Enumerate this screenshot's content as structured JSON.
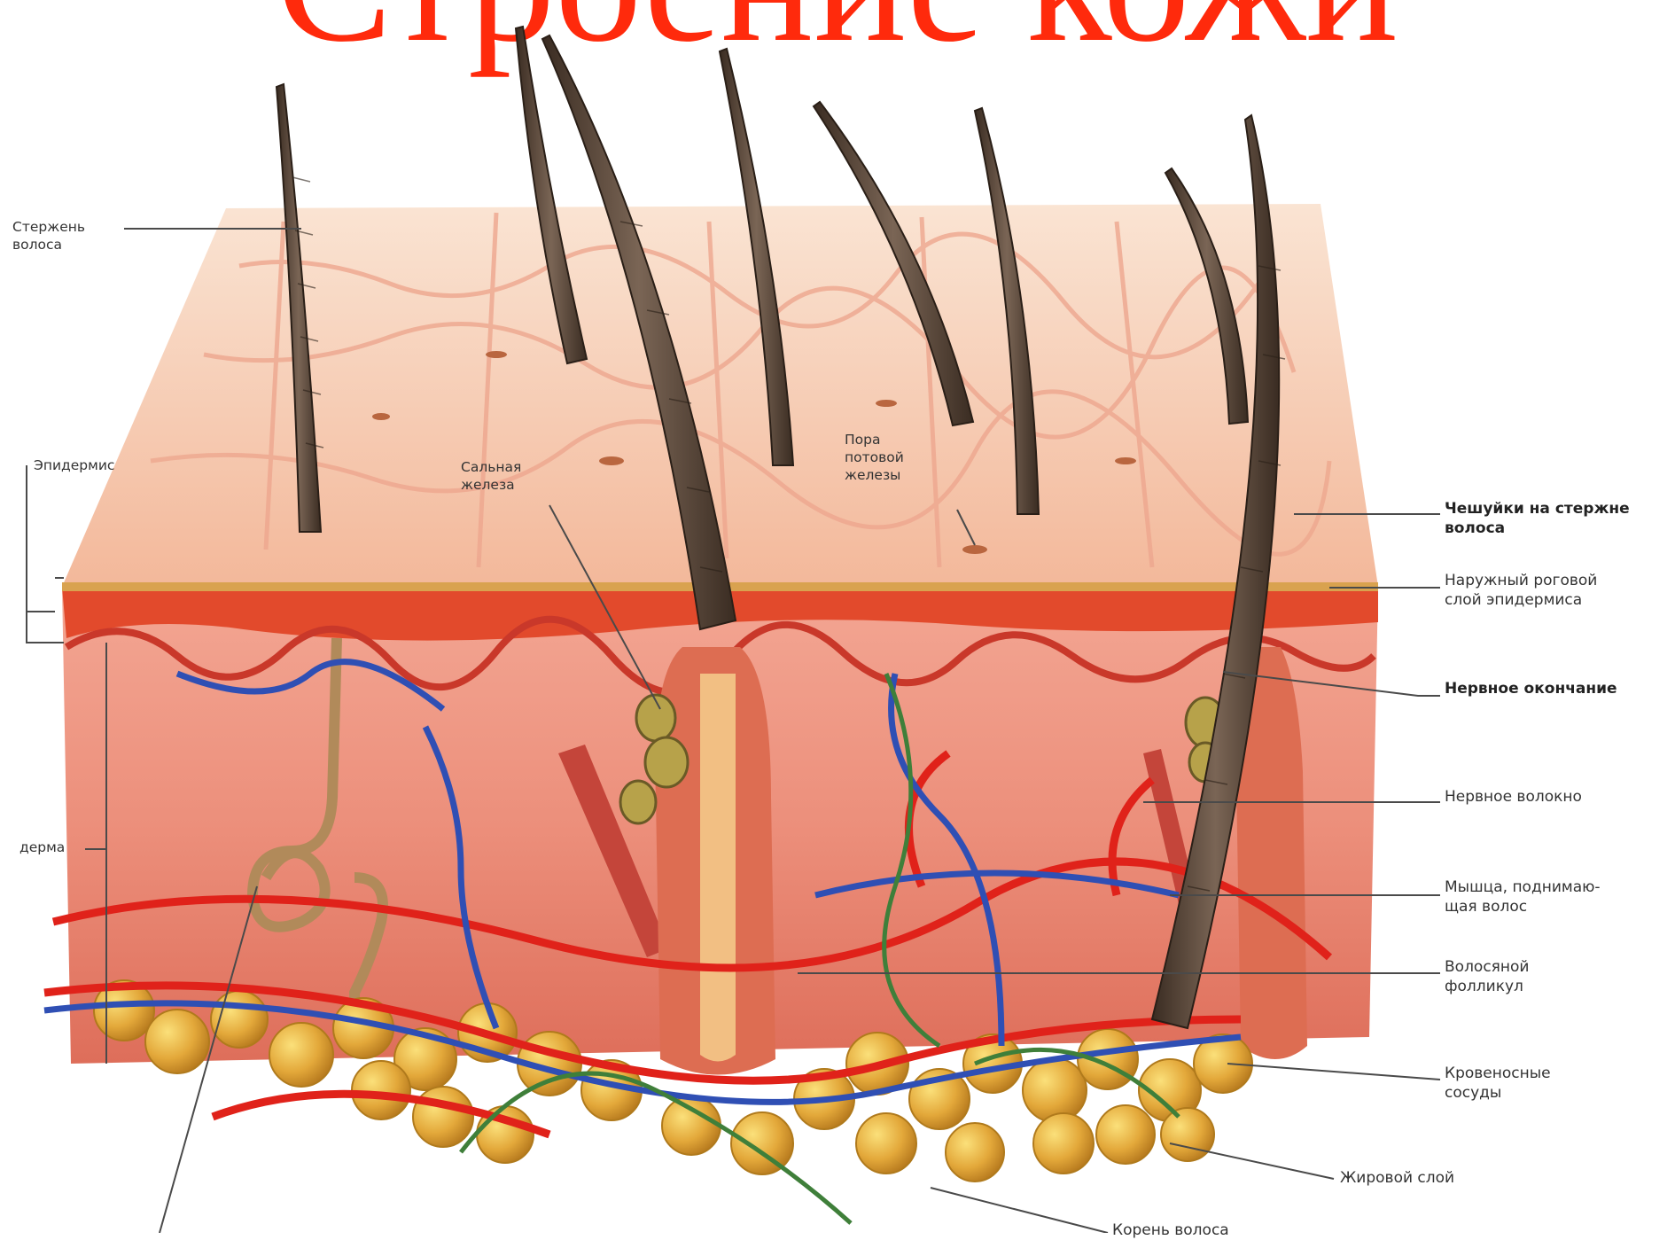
{
  "title": "Строение кожи",
  "labels": {
    "hair_shaft": "Стержень\nволоса",
    "epidermis": "Эпидермис",
    "sebaceous_gland": "Сальная\nжелеза",
    "sweat_pore": "Пора\nпотовой\nжелезы",
    "dermis": "дерма",
    "hair_scales": "Чешуйки на стержне\nволоса",
    "stratum_corneum": "Наружный роговой\nслой эпидермиса",
    "nerve_ending": "Нервное окончание",
    "nerve_fiber": "Нервное волокно",
    "arrector_muscle": "Мышца, поднимаю-\nщая волос",
    "hair_follicle": "Волосяной\nфолликул",
    "blood_vessels": "Кровеносные\nсосуды",
    "fat_layer": "Жировой слой",
    "hair_root": "Корень волоса"
  },
  "colors": {
    "title": "#ff2a0c",
    "skin_surface": "#f6c4a6",
    "dermis": "#eb8d78",
    "epidermis_band": "#e24a2c",
    "hair": "#5a4638",
    "fat": "#e0a83a",
    "artery": "#e0221a",
    "vein": "#2f4fb4",
    "nerve": "#3f7f3a"
  }
}
